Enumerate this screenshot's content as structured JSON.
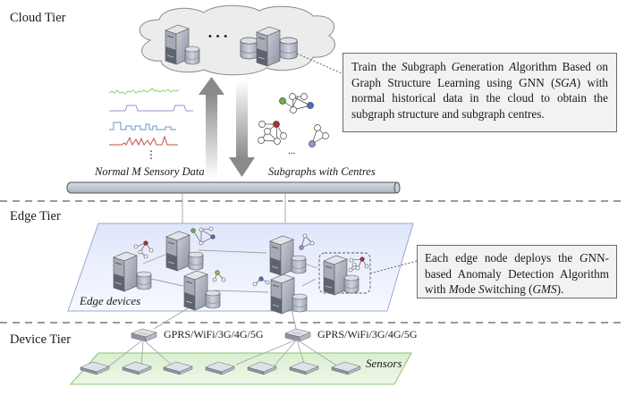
{
  "tiers": {
    "cloud": "Cloud Tier",
    "edge": "Edge Tier",
    "device": "Device Tier"
  },
  "cloud": {
    "ellipsis": "• • •",
    "note": {
      "parts": [
        {
          "t": "Train the ",
          "i": false
        },
        {
          "t": "S",
          "i": true
        },
        {
          "t": "ubgraph ",
          "i": false
        },
        {
          "t": "G",
          "i": true
        },
        {
          "t": "eneration ",
          "i": false
        },
        {
          "t": "A",
          "i": true
        },
        {
          "t": "lgorithm Based on Graph Structure Learning using GNN (",
          "i": false
        },
        {
          "t": "SGA",
          "i": true
        },
        {
          "t": ") with normal historical data in the cloud to obtain the subgraph structure and subgraph centres.",
          "i": false
        }
      ]
    }
  },
  "flow": {
    "up_label": "Normal M Sensory Data",
    "down_label": "Subgraphs with Centres",
    "graph_ellipsis": "...",
    "signal_ellipsis": "⋮",
    "signal_colors": [
      "#8ccf6a",
      "#a98bd0",
      "#6e8fd0",
      "#c2504a"
    ],
    "centre_colors": {
      "green": "#6ab04c",
      "blue": "#4a6fc7",
      "red": "#a8332e",
      "purple": "#a98bd0",
      "yellow": "#b9b43a"
    }
  },
  "edge": {
    "plane_label": "Edge devices",
    "note": {
      "parts": [
        {
          "t": "Each edge node deploys the ",
          "i": false
        },
        {
          "t": "G",
          "i": true
        },
        {
          "t": "NN-based Anomaly Detection Algorithm with ",
          "i": false
        },
        {
          "t": "M",
          "i": true
        },
        {
          "t": "ode ",
          "i": false
        },
        {
          "t": "S",
          "i": true
        },
        {
          "t": "witching (",
          "i": false
        },
        {
          "t": "GMS",
          "i": true
        },
        {
          "t": ").",
          "i": false
        }
      ]
    }
  },
  "device": {
    "gateway_label_1": "GPRS/WiFi/3G/4G/5G",
    "gateway_label_2": "GPRS/WiFi/3G/4G/5G",
    "plane_label": "Sensors",
    "sensor_count": 7
  }
}
